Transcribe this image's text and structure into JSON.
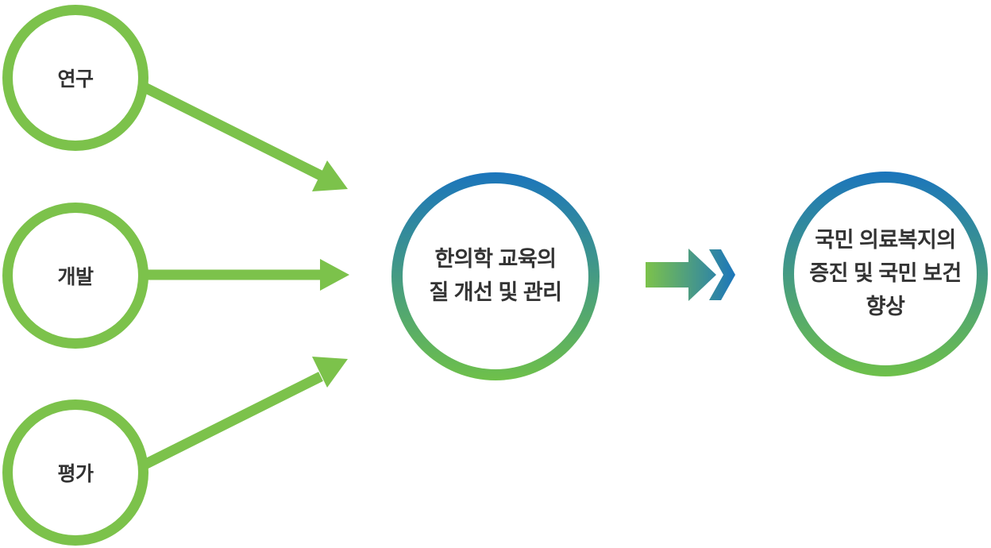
{
  "diagram": {
    "inputs": [
      {
        "id": "research",
        "label": "연구"
      },
      {
        "id": "development",
        "label": "개발"
      },
      {
        "id": "evaluation",
        "label": "평가"
      }
    ],
    "center": {
      "lines": [
        "한의학 교육의",
        "질 개선 및 관리"
      ]
    },
    "outcome": {
      "lines": [
        "국민 의료복지의",
        "증진 및 국민 보건",
        "향상"
      ]
    },
    "colors": {
      "green": "#7cc24b",
      "blue": "#1b75bc",
      "green_light": "#6ec04a",
      "text": "#333333"
    }
  }
}
